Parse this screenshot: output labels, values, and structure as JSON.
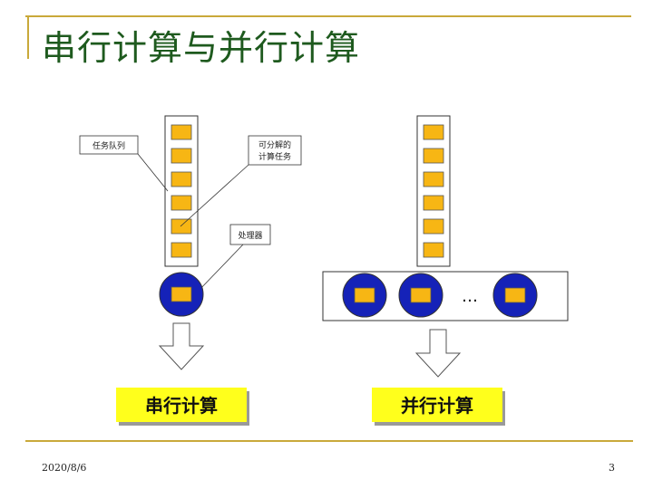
{
  "slide": {
    "title": "串行计算与并行计算",
    "footer_date": "2020/8/6",
    "page_number": "3"
  },
  "colors": {
    "accent_gold": "#c9a93a",
    "title_green": "#1e5a1e",
    "task_orange": "#f7b614",
    "processor_blue": "#1522b8",
    "label_yellow": "#ffff1a"
  },
  "serial": {
    "callout_task_queue": "任务队列",
    "callout_task_line1": "可分解的",
    "callout_task_line2": "计算任务",
    "callout_processor": "处理器",
    "label": "串行计算"
  },
  "parallel": {
    "ellipsis": "…",
    "label": "并行计算"
  }
}
